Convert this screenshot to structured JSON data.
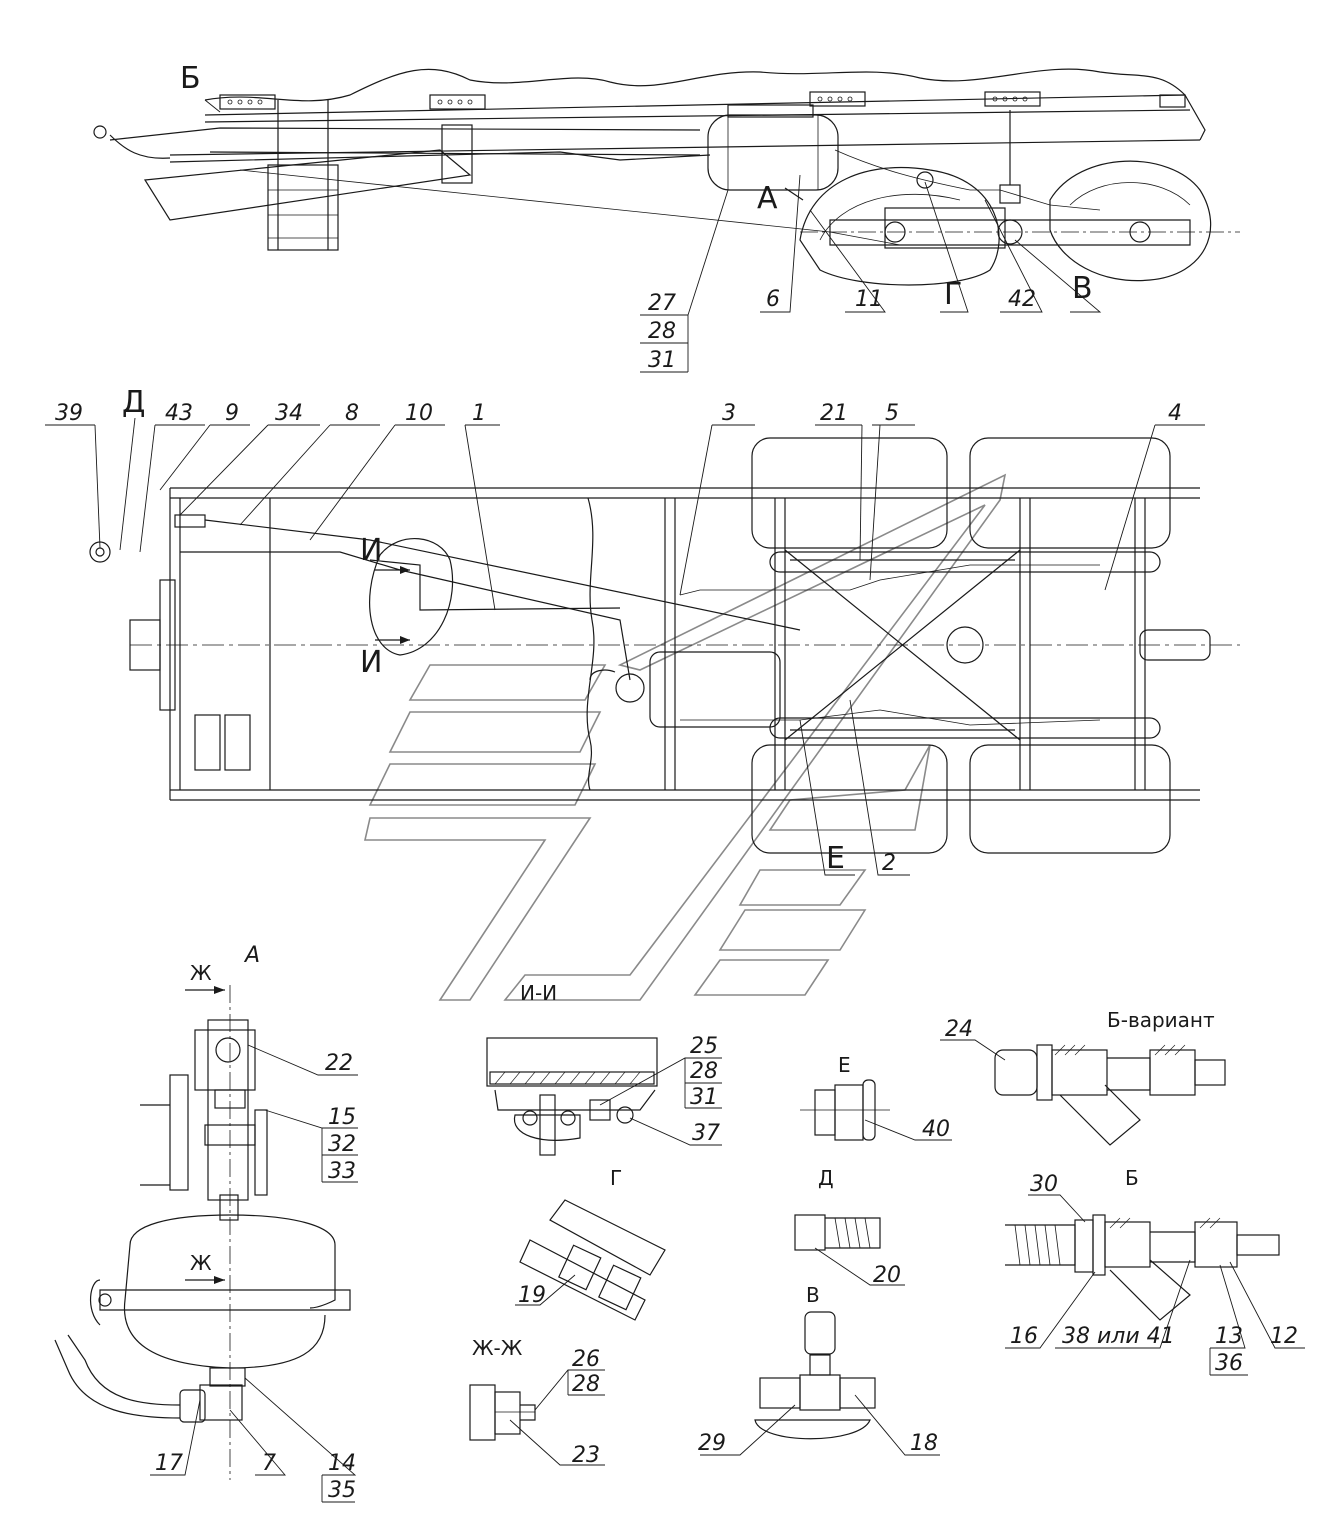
{
  "callouts_top": {
    "b": "Б",
    "c27": "27",
    "c28": "28",
    "c31": "31",
    "c6": "6",
    "a": "А",
    "c11": "11",
    "g": "Г",
    "c42": "42",
    "v": "В"
  },
  "callouts_plan": {
    "c39": "39",
    "d": "Д",
    "c43": "43",
    "c9": "9",
    "c34": "34",
    "c8": "8",
    "c10": "10",
    "c1": "1",
    "c3": "3",
    "c21": "21",
    "c5": "5",
    "c4": "4",
    "i1": "И",
    "i2": "И",
    "e": "Е",
    "c2": "2"
  },
  "detail_a": {
    "title": "А",
    "zh_top": "Ж",
    "zh_mid": "Ж",
    "c22": "22",
    "c15": "15",
    "c32": "32",
    "c33": "33",
    "c17": "17",
    "c7": "7",
    "c14": "14",
    "c35": "35"
  },
  "detail_ii": {
    "title": "И-И",
    "c25": "25",
    "c28": "28",
    "c31": "31",
    "c37": "37"
  },
  "detail_e": {
    "title": "Е",
    "c40": "40"
  },
  "detail_g": {
    "title": "Г",
    "c19": "19"
  },
  "detail_d": {
    "title": "Д",
    "c20": "20"
  },
  "detail_zhzh": {
    "title": "Ж-Ж",
    "c26": "26",
    "c28": "28",
    "c23": "23"
  },
  "detail_v": {
    "title": "В",
    "c29": "29",
    "c18": "18"
  },
  "detail_bvar": {
    "title": "Б-вариант",
    "c24": "24"
  },
  "detail_b": {
    "title": "Б",
    "c30": "30",
    "c16": "16",
    "c38_41": "38 или 41",
    "c13": "13",
    "c36": "36",
    "c12": "12"
  }
}
